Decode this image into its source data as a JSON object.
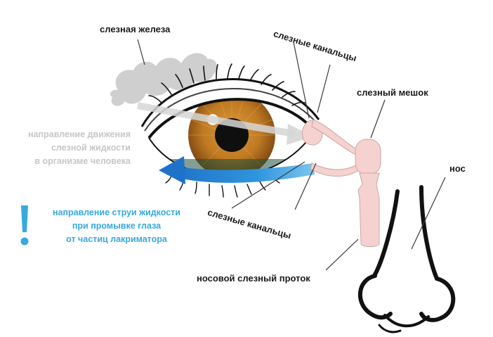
{
  "labels": {
    "lacrimal_gland": "слезная железа",
    "canaliculi_top": "слезные канальцы",
    "lacrimal_sac": "слезный мешок",
    "nose": "нос",
    "canaliculi_bottom": "слезные канальцы",
    "nasolacrimal_duct": "носовой слезный проток"
  },
  "notes": {
    "tear_flow": [
      "направление движения",
      "слезной жидкости",
      "в организме человека"
    ],
    "wash_flow": [
      "направление струи жидкости",
      "при промывке глаза",
      "от частиц лакриматора"
    ],
    "exclamation": "!"
  },
  "colors": {
    "iris": "#c07a22",
    "iris_dark": "#8a4f14",
    "pupil": "#0f0f0f",
    "gland_gray": "#cfcfcf",
    "tear_arrow_gray": "#d6d6d6",
    "wash_blue": "#2f8fd8",
    "wash_light": "#7cc6ef",
    "duct_pink": "#f5d2cf",
    "duct_outline": "#c9a6a3",
    "accent_blue": "#37a9de",
    "text_dark": "#1a1a1a",
    "text_gray": "#c6c6c6"
  },
  "icons": {
    "exclamation": "exclamation-icon"
  }
}
